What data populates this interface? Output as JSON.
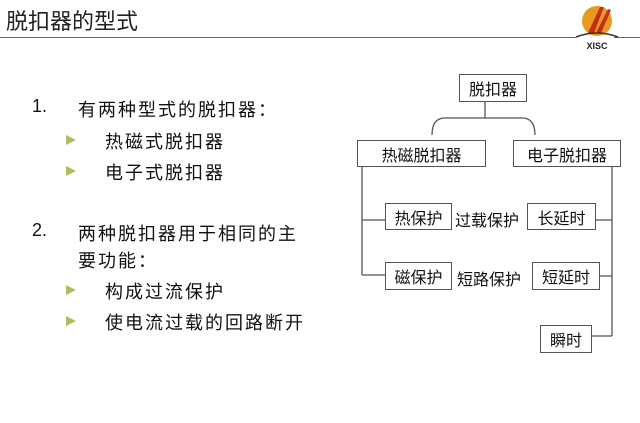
{
  "header": {
    "title": "脱扣器的型式",
    "logo_text": "XISC"
  },
  "content": {
    "item1": {
      "number": "1.",
      "text": "有两种型式的脱扣器：",
      "bullets": [
        "热磁式脱扣器",
        "电子式脱扣器"
      ]
    },
    "item2": {
      "number": "2.",
      "text_line1": "两种脱扣器用于相同的主",
      "text_line2": "要功能：",
      "bullets": [
        "构成过流保护",
        "使电流过载的回路断开"
      ]
    }
  },
  "diagram": {
    "root": "脱扣器",
    "thermal_magnetic": "热磁脱扣器",
    "electronic": "电子脱扣器",
    "thermal_protection": "热保护",
    "magnetic_protection": "磁保护",
    "overload_protection": "过载保护",
    "short_circuit_protection": "短路保护",
    "long_delay": "长延时",
    "short_delay": "短延时",
    "instantaneous": "瞬时"
  },
  "colors": {
    "bullet": "#a8c060",
    "logo_orange": "#e89a20",
    "logo_red": "#c03018"
  }
}
